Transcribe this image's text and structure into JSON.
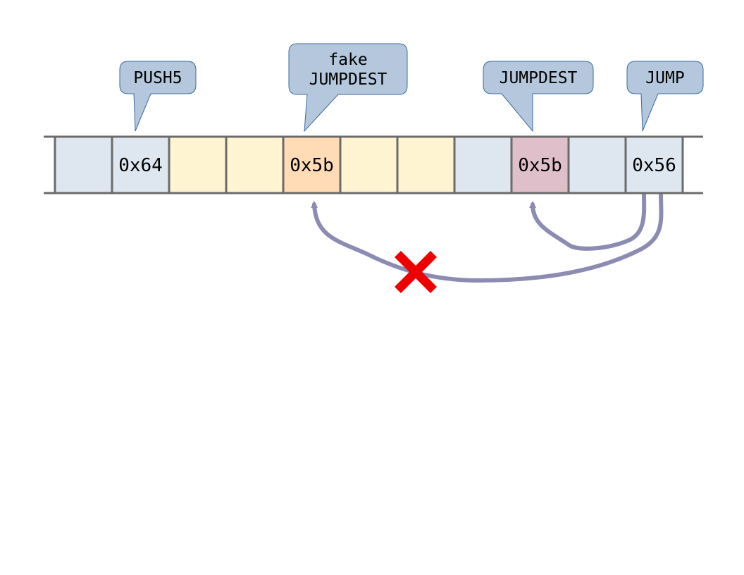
{
  "colors": {
    "background": "#ffffff",
    "cell_blue": "#dee6ef",
    "cell_yellow": "#fff4d1",
    "cell_orange": "#ffdbb6",
    "cell_pink": "#dfc0ca",
    "cell_border": "#6b6b6b",
    "callout_fill": "#b4c7dc",
    "callout_border": "#3a6ca0",
    "arrow": "#8c8cb3",
    "cross": "#ee0000"
  },
  "cells": [
    {
      "label": "",
      "color": "cell_blue"
    },
    {
      "label": "0x64",
      "color": "cell_blue"
    },
    {
      "label": "",
      "color": "cell_yellow"
    },
    {
      "label": "",
      "color": "cell_yellow"
    },
    {
      "label": "0x5b",
      "color": "cell_orange"
    },
    {
      "label": "",
      "color": "cell_yellow"
    },
    {
      "label": "",
      "color": "cell_yellow"
    },
    {
      "label": "",
      "color": "cell_blue"
    },
    {
      "label": "0x5b",
      "color": "cell_pink"
    },
    {
      "label": "",
      "color": "cell_blue"
    },
    {
      "label": "0x56",
      "color": "cell_blue"
    }
  ],
  "callouts": [
    {
      "lines": [
        "PUSH5"
      ],
      "cell": 1
    },
    {
      "lines": [
        "fake",
        "JUMPDEST"
      ],
      "cell": 4
    },
    {
      "lines": [
        "JUMPDEST"
      ],
      "cell": 8
    },
    {
      "lines": [
        "JUMP"
      ],
      "cell": 10
    }
  ],
  "arrows": [
    {
      "from_cell": 10,
      "to_cell": 8,
      "valid": true
    },
    {
      "from_cell": 10,
      "to_cell": 4,
      "valid": false
    }
  ],
  "invalid_marker": "cross-icon"
}
